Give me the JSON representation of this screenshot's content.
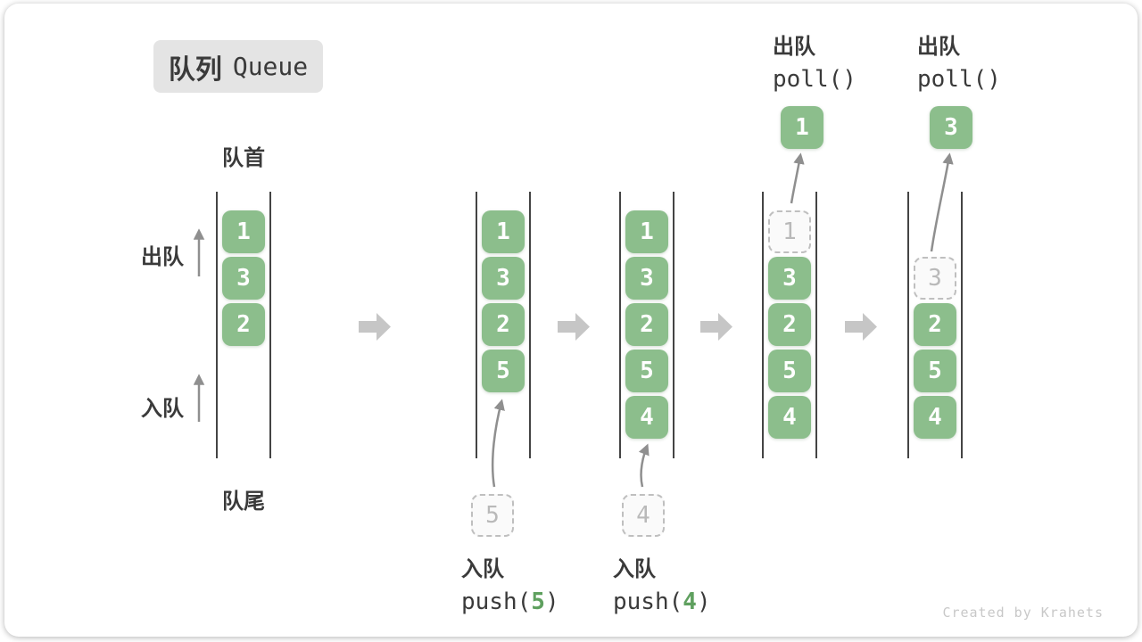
{
  "title": {
    "zh": "队列",
    "en": "Queue"
  },
  "side_labels": {
    "front": "队首",
    "rear": "队尾",
    "dequeue": "出队",
    "enqueue": "入队"
  },
  "columns": [
    {
      "items": [
        {
          "v": "1",
          "kind": "solid",
          "slot": 0
        },
        {
          "v": "3",
          "kind": "solid",
          "slot": 1
        },
        {
          "v": "2",
          "kind": "solid",
          "slot": 2
        }
      ]
    },
    {
      "items": [
        {
          "v": "1",
          "kind": "solid",
          "slot": 0
        },
        {
          "v": "3",
          "kind": "solid",
          "slot": 1
        },
        {
          "v": "2",
          "kind": "solid",
          "slot": 2
        },
        {
          "v": "5",
          "kind": "solid",
          "slot": 3
        }
      ]
    },
    {
      "items": [
        {
          "v": "1",
          "kind": "solid",
          "slot": 0
        },
        {
          "v": "3",
          "kind": "solid",
          "slot": 1
        },
        {
          "v": "2",
          "kind": "solid",
          "slot": 2
        },
        {
          "v": "5",
          "kind": "solid",
          "slot": 3
        },
        {
          "v": "4",
          "kind": "solid",
          "slot": 4
        }
      ]
    },
    {
      "items": [
        {
          "v": "1",
          "kind": "ghost",
          "slot": 0
        },
        {
          "v": "3",
          "kind": "solid",
          "slot": 1
        },
        {
          "v": "2",
          "kind": "solid",
          "slot": 2
        },
        {
          "v": "5",
          "kind": "solid",
          "slot": 3
        },
        {
          "v": "4",
          "kind": "solid",
          "slot": 4
        }
      ]
    },
    {
      "items": [
        {
          "v": "3",
          "kind": "ghost",
          "slot": 1
        },
        {
          "v": "2",
          "kind": "solid",
          "slot": 2
        },
        {
          "v": "5",
          "kind": "solid",
          "slot": 3
        },
        {
          "v": "4",
          "kind": "solid",
          "slot": 4
        }
      ]
    }
  ],
  "enqueue_ops": [
    {
      "label": "入队",
      "code_pre": "push(",
      "code_val": "5",
      "code_post": ")",
      "ghost_value": "5"
    },
    {
      "label": "入队",
      "code_pre": "push(",
      "code_val": "4",
      "code_post": ")",
      "ghost_value": "4"
    }
  ],
  "dequeue_ops": [
    {
      "label": "出队",
      "code": "poll()",
      "value": "1"
    },
    {
      "label": "出队",
      "code": "poll()",
      "value": "3"
    }
  ],
  "credit": "Created by Krahets",
  "colors": {
    "box_green": "#8cbe8c",
    "code_green": "#5fa05f",
    "block_arrow_gray": "#c6c6c6",
    "thin_arrow_gray": "#8f8f8f",
    "line_dark": "#444444",
    "ghost_border": "#bfbfbf",
    "ghost_text": "#b9b9b9",
    "label_dark": "#3a3a3a",
    "badge_bg": "#e4e4e4",
    "credit_gray": "#c8c8c8"
  }
}
